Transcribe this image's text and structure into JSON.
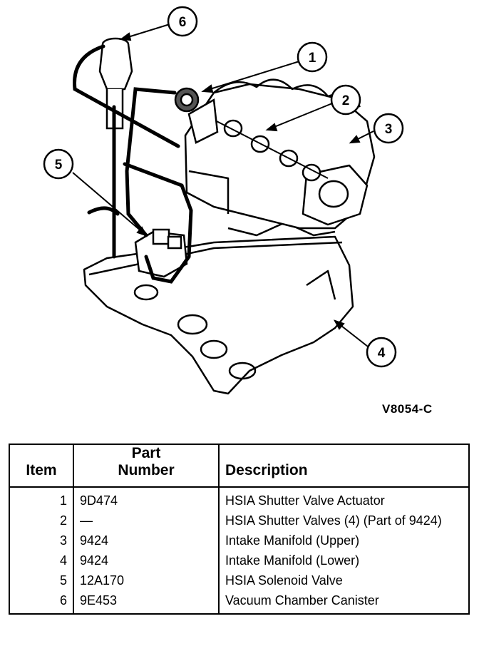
{
  "figure": {
    "code": "V8054-C",
    "callouts": [
      "1",
      "2",
      "3",
      "4",
      "5",
      "6"
    ]
  },
  "table": {
    "headers": {
      "item": "Item",
      "part_line1": "Part",
      "part_line2": "Number",
      "description": "Description"
    },
    "rows": [
      {
        "item": "1",
        "part": "9D474",
        "description": "HSIA Shutter Valve Actuator"
      },
      {
        "item": "2",
        "part": "—",
        "description": "HSIA Shutter Valves (4) (Part of 9424)"
      },
      {
        "item": "3",
        "part": "9424",
        "description": "Intake Manifold (Upper)"
      },
      {
        "item": "4",
        "part": "9424",
        "description": "Intake Manifold (Lower)"
      },
      {
        "item": "5",
        "part": "12A170",
        "description": "HSIA Solenoid Valve"
      },
      {
        "item": "6",
        "part": "9E453",
        "description": "Vacuum Chamber Canister"
      }
    ]
  }
}
